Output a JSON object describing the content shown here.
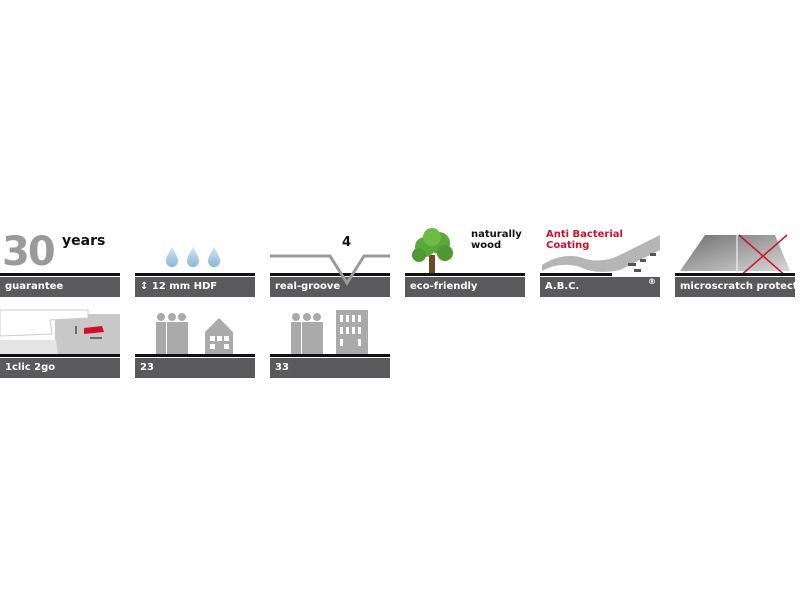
{
  "features": [
    {
      "number": "30",
      "sup": "years",
      "label": "guarantee"
    },
    {
      "label": "12 mm HDF"
    },
    {
      "number": "4",
      "label": "real-groove"
    },
    {
      "caption": "naturally wood",
      "caption_line1": "naturally",
      "caption_line2": "wood",
      "label": "eco-friendly"
    },
    {
      "caption_line1": "Anti Bacterial",
      "caption_line2": "Coating",
      "label": "A.B.C.",
      "mark": "®"
    },
    {
      "label": "microscratch protect"
    },
    {
      "label": "1clic 2go"
    },
    {
      "label": "23"
    },
    {
      "label": "33"
    }
  ],
  "colors": {
    "label_bg": "#5a5a5c",
    "accent_red": "#d0102a",
    "tree_green": "#5aa83a"
  }
}
